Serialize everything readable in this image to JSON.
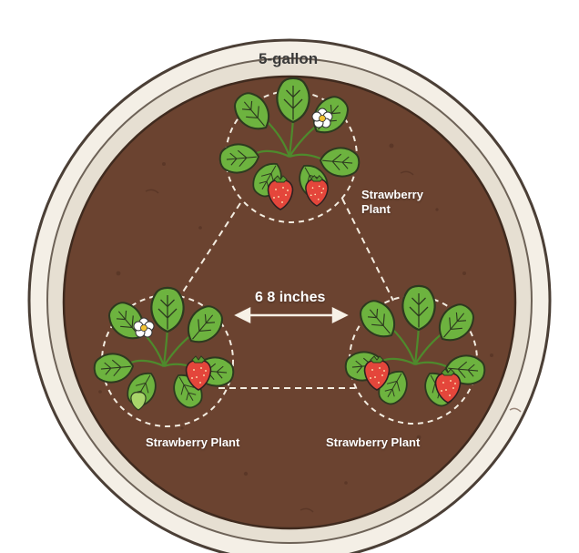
{
  "pot": {
    "size_label": "5-gallon"
  },
  "spacing": {
    "label": "6 8 inches"
  },
  "plants": [
    {
      "label_line1": "Strawberry",
      "label_line2": "Plant"
    },
    {
      "label": "Strawberry Plant"
    },
    {
      "label": "Strawberry Plant"
    }
  ],
  "colors": {
    "soil": "#6b4330",
    "pot_rim": "#e6dfd2",
    "pot_outline": "#4b3f36",
    "leaf": "#6db33f",
    "berry": "#e4463b"
  }
}
